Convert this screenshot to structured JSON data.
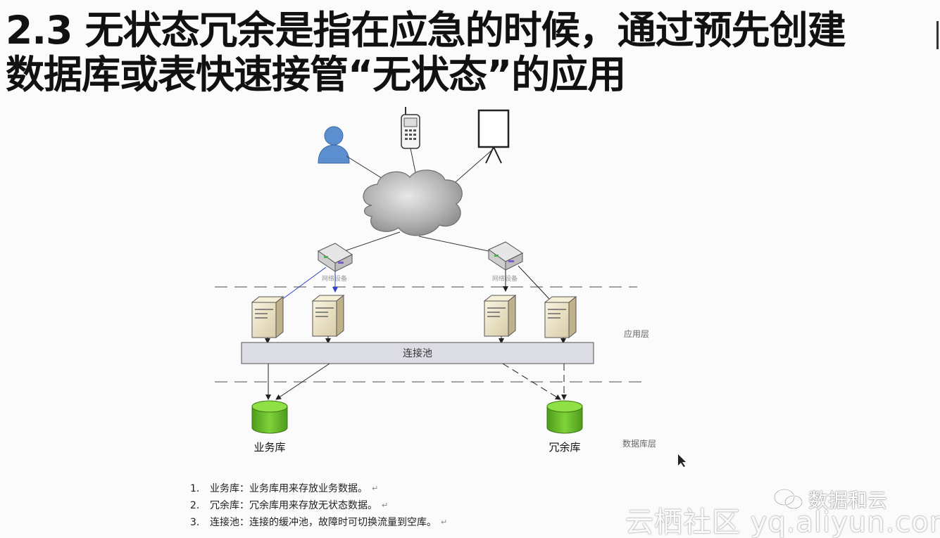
{
  "title": {
    "line1": "2.3 无状态冗余是指在应急的时候，通过预先创建",
    "line2": "数据库或表快速接管“无状态”的应用"
  },
  "diagram": {
    "net_device_label_left": "网络设备",
    "net_device_label_right": "网络设备",
    "pool_label": "连接池",
    "app_layer_label": "应用层",
    "db_layer_label": "数据库层",
    "db_left_label": "业务库",
    "db_right_label": "冗余库"
  },
  "notes": [
    {
      "num": "1.",
      "text": "业务库：业务库用来存放业务数据。",
      "mark": "↵"
    },
    {
      "num": "2.",
      "text": "冗余库：冗余库用来存放无状态数据。",
      "mark": "↵"
    },
    {
      "num": "3.",
      "text": "连接池：连接的缓冲池，故障时可切换流量到空库。",
      "mark": "↵"
    }
  ],
  "watermark": {
    "brand": "数据和云",
    "site": "云栖社区 yq.aliyun.com"
  },
  "colors": {
    "db_green": "#6cbf2e",
    "pool_fill": "#dcdce4",
    "server_fill": "#ece4c8",
    "user_blue": "#5b8fcf",
    "cloud_gray": "#a8a8a8"
  }
}
